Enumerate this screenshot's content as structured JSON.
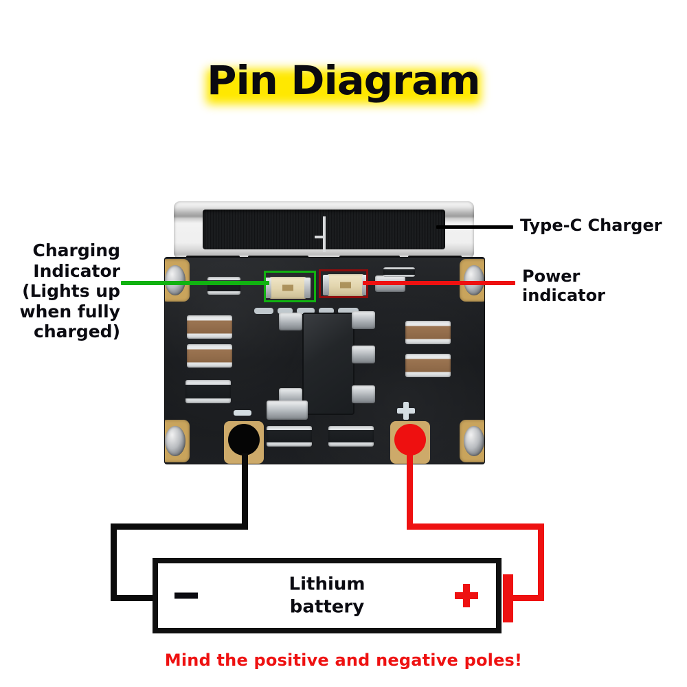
{
  "title": "Pin Diagram",
  "annotations": {
    "type_c": {
      "label": "Type-C Charger",
      "leader_color": "#000000"
    },
    "power_indicator": {
      "label": "Power\nindicator",
      "leader_color": "#ee1111",
      "highlight_color": "#8d0d0d"
    },
    "charging_indicator": {
      "label": "Charging\nIndicator\n(Lights up\nwhen fully\ncharged)",
      "leader_color": "#11b211",
      "highlight_color": "#11b211"
    }
  },
  "battery": {
    "label": "Lithium\nbattery",
    "negative_symbol": "–",
    "positive_symbol": "+",
    "negative_wire_color": "#0b0b0b",
    "positive_wire_color": "#ee1111"
  },
  "board": {
    "negative_pad_color": "#050505",
    "positive_pad_color": "#ee1110",
    "substrate_color": "#1b1d20",
    "pad_gold_color": "#cdaa6a"
  },
  "caution": "Mind the positive and negative poles!",
  "colors": {
    "title_highlight": "#ffe800",
    "text": "#0b0b11",
    "warning": "#ee1111",
    "green": "#11b211",
    "red": "#ee1111"
  }
}
